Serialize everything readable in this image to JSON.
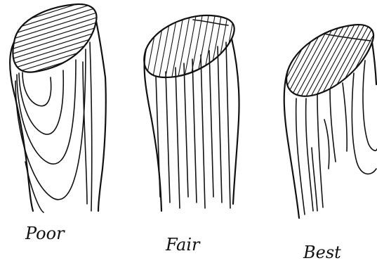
{
  "figures": [
    {
      "id": "poor",
      "label": "Poor"
    },
    {
      "id": "fair",
      "label": "Fair"
    },
    {
      "id": "best",
      "label": "Best"
    }
  ],
  "colors": {
    "ink": "#111111",
    "paper": "#ffffff"
  }
}
